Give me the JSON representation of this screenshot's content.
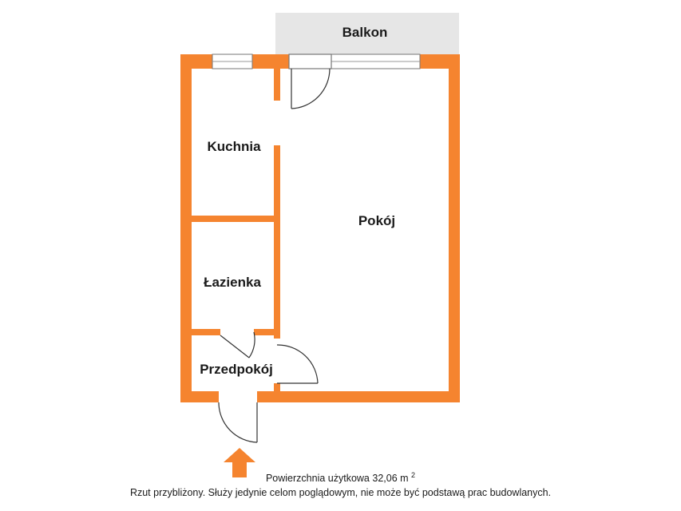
{
  "colors": {
    "wall": "#F5842F",
    "balcony_fill": "#E6E6E6",
    "door_line": "#333333",
    "arrow": "#F5842F",
    "text": "#1a1a1a"
  },
  "rooms": {
    "balcony": "Balkon",
    "kitchen": "Kuchnia",
    "living_room": "Pokój",
    "bathroom": "Łazienka",
    "hallway": "Przedpokój"
  },
  "icons": {
    "entrance_arrow": "arrow-up-icon"
  },
  "footer": {
    "area_text": "Powierzchnia użytkowa 32,06 m",
    "area_unit_superscript": "2",
    "disclaimer": "Rzut przybliżony. Służy jedynie celom poglądowym, nie może być podstawą prac budowlanych."
  }
}
